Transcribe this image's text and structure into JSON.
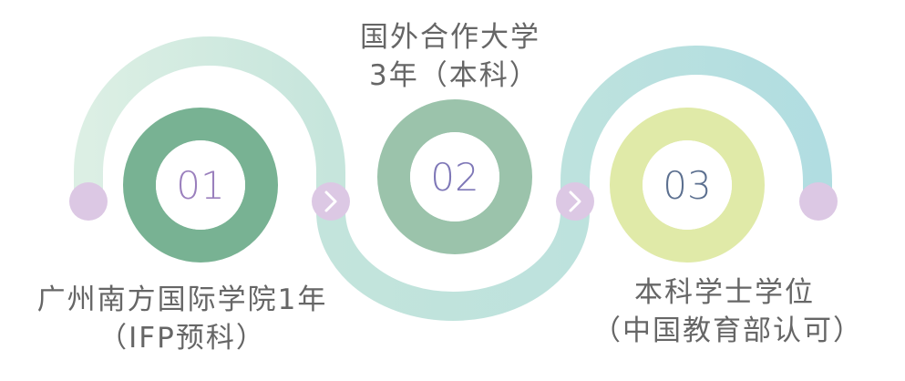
{
  "steps": [
    {
      "number": "01",
      "caption_line1": "广州南方国际学院1年",
      "caption_line2": "（IFP预科）"
    },
    {
      "number": "02",
      "caption_line1": "国外合作大学",
      "caption_line2": "3年（本科）"
    },
    {
      "number": "03",
      "caption_line1": "本科学士学位",
      "caption_line2": "（中国教育部认可）"
    }
  ],
  "colors": {
    "arc_1": "#d6ebdf",
    "arc_2": "#c2e2da",
    "arc_3": "#b5dfe0",
    "end_dot": "#dcc8e4",
    "ring_1": "#78b293",
    "ring_2": "#9bc3ab",
    "ring_3": "#e0eaa8",
    "number_1": "#9a7fbd",
    "number_2": "#7e77b7",
    "number_3": "#5b6f8f",
    "caption_text": "#666666"
  },
  "icons": [
    "chevron-right-icon",
    "chevron-right-icon"
  ]
}
